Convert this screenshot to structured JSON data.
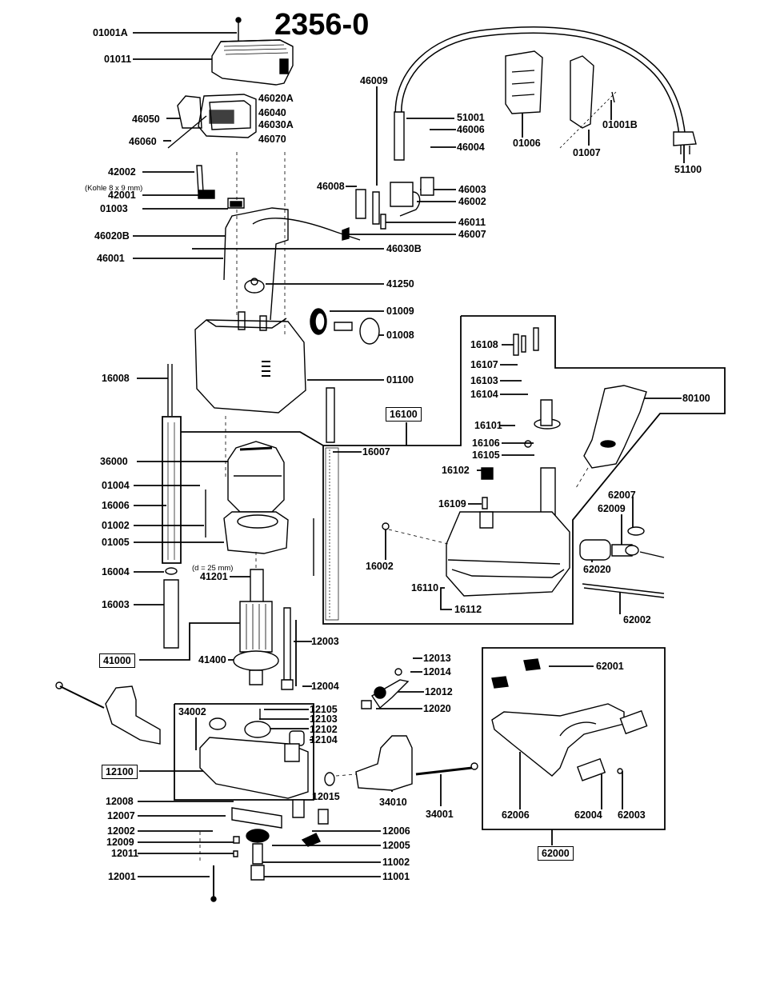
{
  "title": "2356-0",
  "notes": {
    "brush_size": "(Kohle 8 x 9 mm)",
    "armature_dia": "(d = 25 mm)"
  },
  "labels": {
    "l01001A": "01001A",
    "l01011": "01011",
    "l46020A": "46020A",
    "l46040": "46040",
    "l46050": "46050",
    "l46030A": "46030A",
    "l46060": "46060",
    "l46070": "46070",
    "l42002": "42002",
    "l42001": "42001",
    "l01003": "01003",
    "l46020B": "46020B",
    "l46001": "46001",
    "l46009": "46009",
    "l51001": "51001",
    "l46006": "46006",
    "l46004": "46004",
    "l46008": "46008",
    "l46003": "46003",
    "l46002": "46002",
    "l46011": "46011",
    "l46007": "46007",
    "l46030B": "46030B",
    "l01006": "01006",
    "l01007": "01007",
    "l01001B": "01001B",
    "l51100": "51100",
    "l41250": "41250",
    "l01009": "01009",
    "l01008": "01008",
    "l01100": "01100",
    "l16008": "16008",
    "l16100": "16100",
    "l16007": "16007",
    "l36000": "36000",
    "l01004": "01004",
    "l16006": "16006",
    "l01002": "01002",
    "l01005": "01005",
    "l16004": "16004",
    "l41201": "41201",
    "l16003": "16003",
    "l41000": "41000",
    "l41400": "41400",
    "l12003": "12003",
    "l12004": "12004",
    "l16108a": "16108",
    "l16107": "16107",
    "l16103": "16103",
    "l16104": "16104",
    "l16101": "16101",
    "l16106": "16106",
    "l16105": "16105",
    "l16102": "16102",
    "l16109": "16109",
    "l16002": "16002",
    "l16110": "16110",
    "l16112": "16112",
    "l80100": "80100",
    "l62007": "62007",
    "l62009": "62009",
    "l62020": "62020",
    "l62002": "62002",
    "l12013": "12013",
    "l12014": "12014",
    "l12012": "12012",
    "l12020": "12020",
    "l34002": "34002",
    "l12105": "12105",
    "l12103": "12103",
    "l12102": "12102",
    "l12104": "12104",
    "l12100": "12100",
    "l12015": "12015",
    "l34010": "34010",
    "l34001": "34001",
    "l12008": "12008",
    "l12007": "12007",
    "l12002": "12002",
    "l12009": "12009",
    "l12011": "12011",
    "l12006": "12006",
    "l12005": "12005",
    "l11002": "11002",
    "l11001": "11001",
    "l12001": "12001",
    "l62001": "62001",
    "l62006": "62006",
    "l62004": "62004",
    "l62003": "62003",
    "l62000": "62000"
  }
}
